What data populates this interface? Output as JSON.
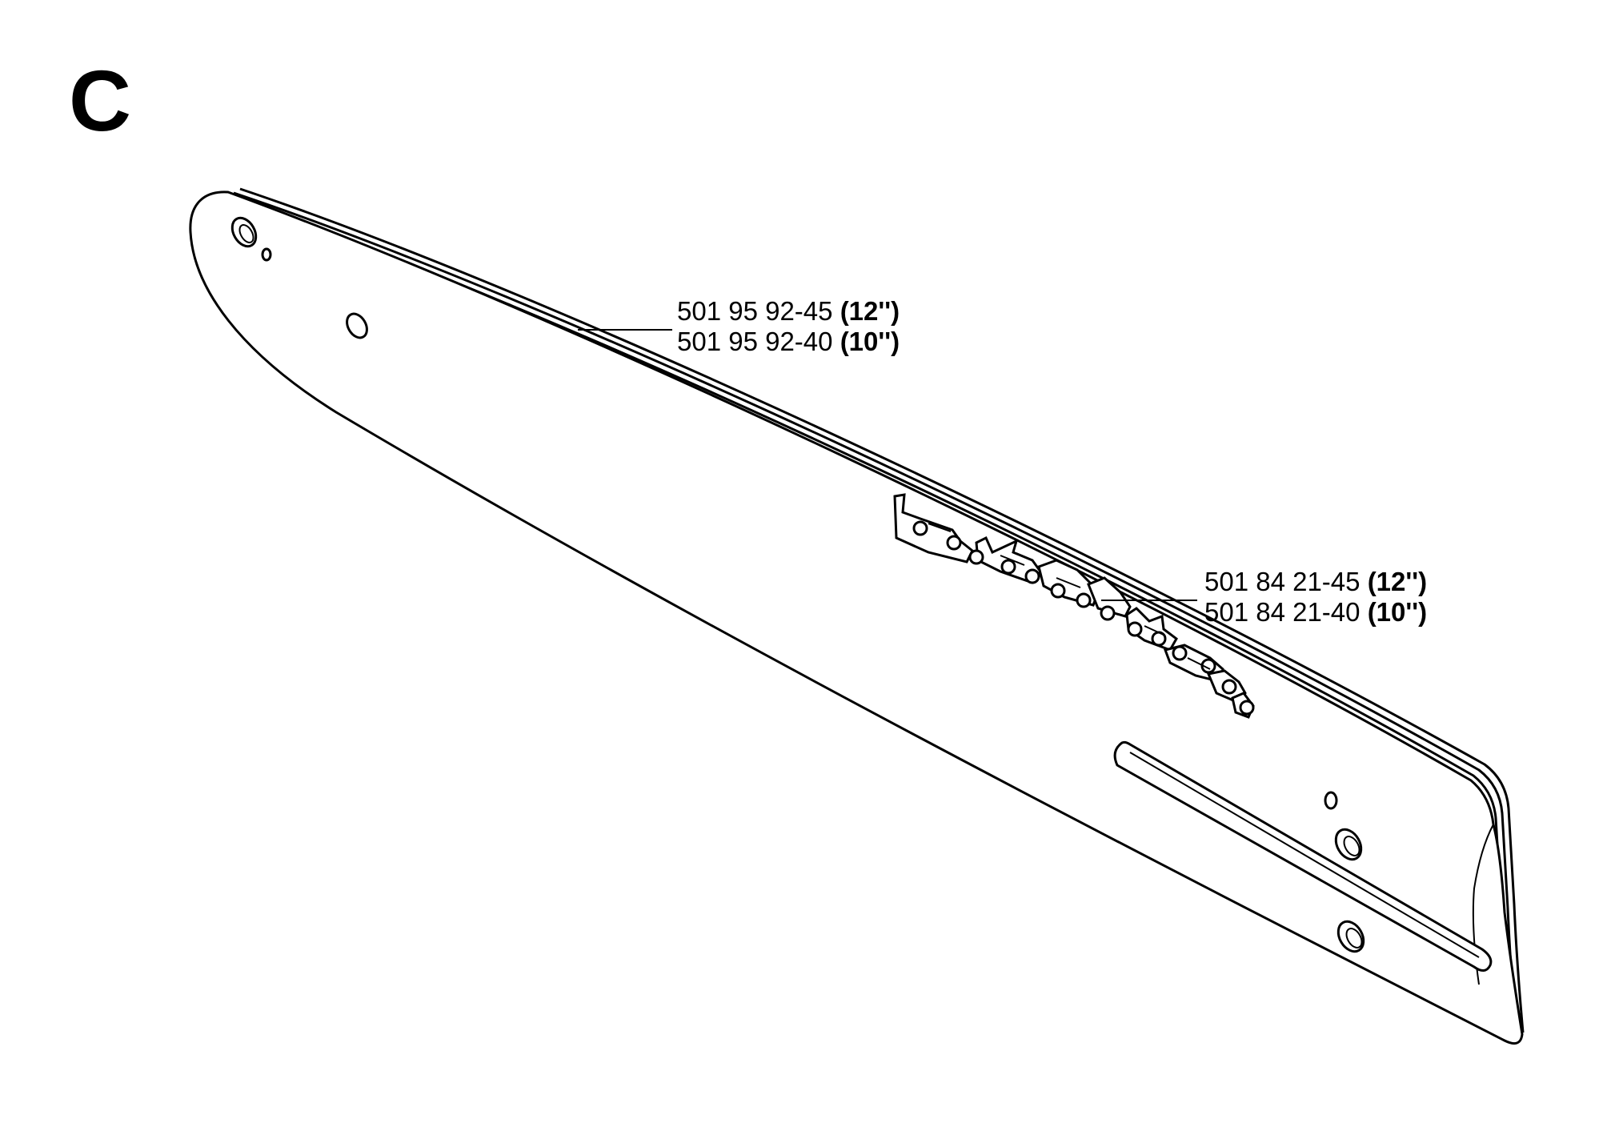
{
  "section_letter": "C",
  "callouts": {
    "bar": [
      {
        "part_number": "501 95 92-45",
        "size": "(12'')"
      },
      {
        "part_number": "501 95 92-40",
        "size": "(10'')"
      }
    ],
    "chain": [
      {
        "part_number": "501 84 21-45",
        "size": "(12'')"
      },
      {
        "part_number": "501 84 21-40",
        "size": "(10'')"
      }
    ]
  },
  "line_color": "#000000",
  "fill_color": "#ffffff"
}
